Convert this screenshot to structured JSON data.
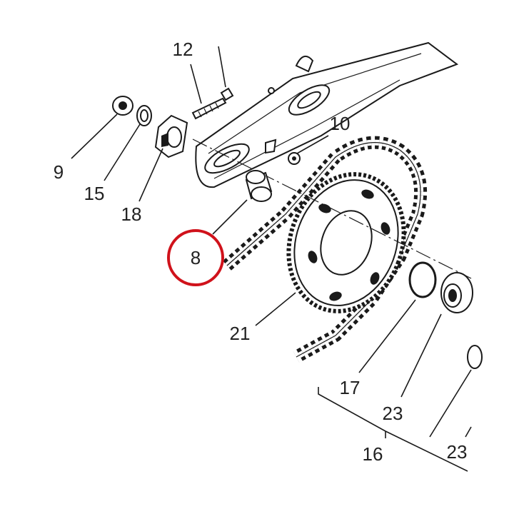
{
  "diagram": {
    "labels": {
      "p12": "12",
      "p10": "10",
      "p9": "9",
      "p15": "15",
      "p18": "18",
      "p8": "8",
      "p21": "21",
      "p17": "17",
      "p23a": "23",
      "p23b": "23",
      "p16": "16"
    },
    "highlight_color": "#d0121b"
  }
}
